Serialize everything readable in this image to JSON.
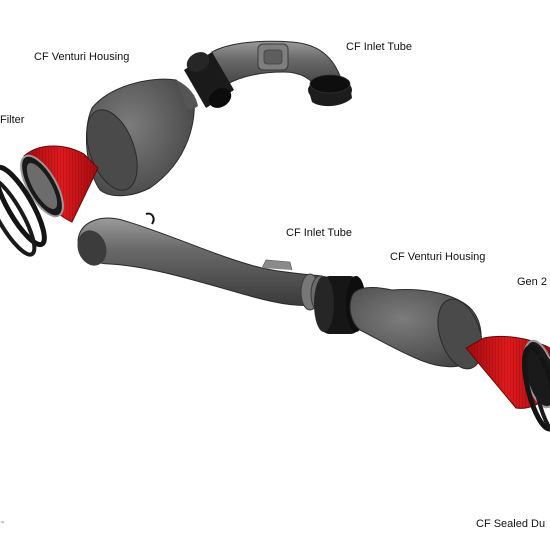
{
  "labels": {
    "venturi_top": "CF Venturi Housing",
    "inlet_top": "CF Inlet Tube",
    "filter_left": "Filter",
    "inlet_mid": "CF Inlet Tube",
    "venturi_mid": "CF Venturi Housing",
    "gen_right": "Gen 2",
    "sealed_bottom": "CF Sealed Du"
  },
  "trademark": "™",
  "colors": {
    "background": "#ffffff",
    "tube_body": "#5a5a5a",
    "tube_highlight": "#8a8a8a",
    "tube_dark": "#2e2e2e",
    "coupler": "#1c1c1c",
    "filter_red": "#d41418",
    "filter_dark_red": "#8c0a0c",
    "ring_black": "#151515",
    "ring_metal": "#9a9a9a"
  }
}
